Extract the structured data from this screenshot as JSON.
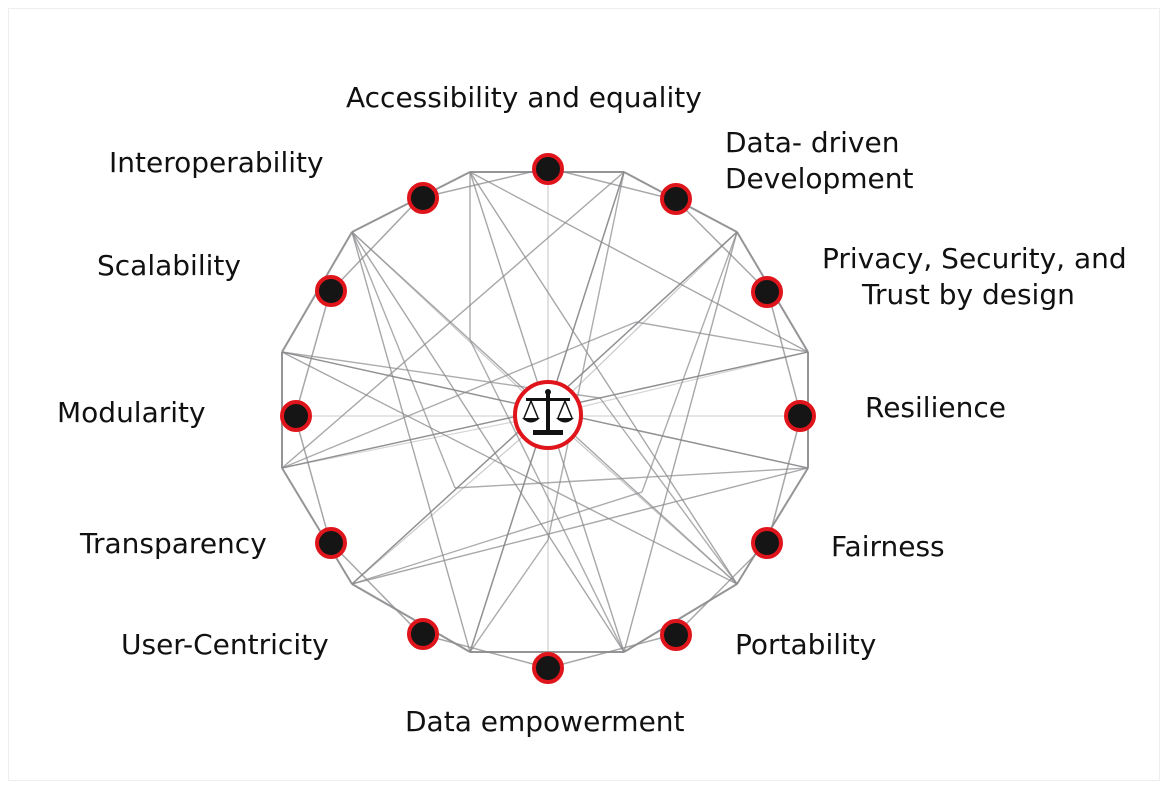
{
  "labels": {
    "accessibility": "Accessibility and equality",
    "data_driven_1": "Data- driven",
    "data_driven_2": "Development",
    "interoperability": "Interoperability",
    "privacy_1": "Privacy, Security, and",
    "privacy_2": "Trust by design",
    "scalability": "Scalability",
    "resilience": "Resilience",
    "modularity": "Modularity",
    "transparency": "Transparency",
    "fairness": "Fairness",
    "user_centricity": "User-Centricity",
    "portability": "Portability",
    "data_empowerment": "Data empowerment"
  },
  "center_icon": "balance-scale-icon",
  "colors": {
    "node_fill": "#151515",
    "node_ring": "#e0141b",
    "mesh": "#8a8a8d",
    "text": "#111111"
  }
}
